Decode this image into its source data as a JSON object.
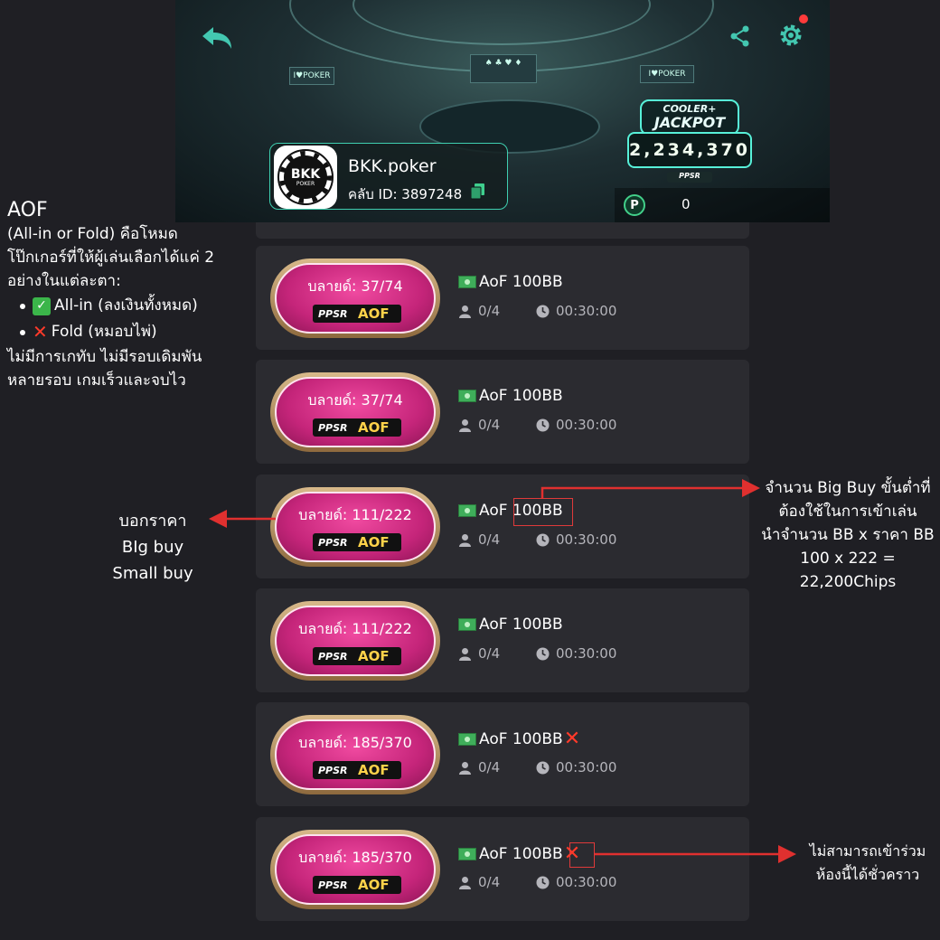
{
  "header": {
    "club_name": "BKK.poker",
    "club_id": "คลับ ID: 3897248",
    "logo_text": "BKK",
    "logo_sub": "POKER",
    "jackpot": {
      "line1": "COOLER+",
      "line2": "JACKPOT",
      "value": "2,234,370",
      "brand": "PPSR"
    },
    "points": "0",
    "wall_sign_left": "I♥POKER",
    "wall_sign_right": "I♥POKER",
    "colors": {
      "accent": "#3fcfb0",
      "notification": "#ff3b3b"
    }
  },
  "tables": [
    {
      "blinds": "บลายด์: 37/74",
      "brand": "PPSR",
      "mode": "AOF",
      "title": "AoF 100BB",
      "players": "0/4",
      "time": "00:30:00",
      "unavailable": false
    },
    {
      "blinds": "บลายด์: 37/74",
      "brand": "PPSR",
      "mode": "AOF",
      "title": "AoF 100BB",
      "players": "0/4",
      "time": "00:30:00",
      "unavailable": false
    },
    {
      "blinds": "บลายด์: 111/222",
      "brand": "PPSR",
      "mode": "AOF",
      "title": "AoF 100BB",
      "players": "0/4",
      "time": "00:30:00",
      "unavailable": false
    },
    {
      "blinds": "บลายด์: 111/222",
      "brand": "PPSR",
      "mode": "AOF",
      "title": "AoF 100BB",
      "players": "0/4",
      "time": "00:30:00",
      "unavailable": false
    },
    {
      "blinds": "บลายด์: 185/370",
      "brand": "PPSR",
      "mode": "AOF",
      "title": "AoF 100BB",
      "players": "0/4",
      "time": "00:30:00",
      "unavailable": true
    },
    {
      "blinds": "บลายด์: 185/370",
      "brand": "PPSR",
      "mode": "AOF",
      "title": "AoF 100BB",
      "players": "0/4",
      "time": "00:30:00",
      "unavailable": true
    }
  ],
  "annotations": {
    "aof_title": "AOF",
    "aof_desc": [
      "(All-in or Fold) คือโหมด",
      "โป๊กเกอร์ที่ให้ผู้เล่นเลือกได้แค่ 2",
      "อย่างในแต่ละตา:"
    ],
    "bullets": [
      "All-in (ลงเงินทั้งหมด)",
      "Fold (หมอบไพ่)"
    ],
    "aof_footer": [
      "ไม่มีการเกทับ ไม่มีรอบเดิมพัน",
      "หลายรอบ เกมเร็วและจบไว"
    ],
    "left_note": [
      "บอกราคา",
      "BIg buy",
      "Small buy"
    ],
    "right_note": [
      "จำนวน Big Buy ขั้นต่ำที่",
      "ต้องใช้ในการเข้าเล่น",
      "นำจำนวน BB x ราคา BB",
      "100 x 222 =",
      "22,200Chips"
    ],
    "bottom_note": [
      "ไม่สามารถเข้าร่วม",
      "ห้องนี้ได้ชั่วคราว"
    ],
    "arrow_color": "#e0302f"
  }
}
